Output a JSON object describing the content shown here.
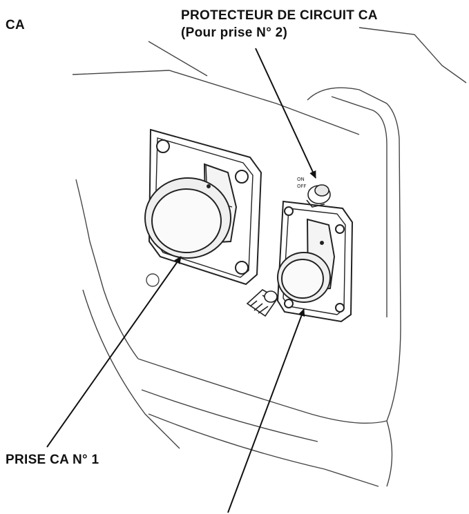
{
  "labels": {
    "ca": "CA",
    "protector_line1": "PROTECTEUR DE CIRCUIT CA",
    "protector_line2": "(Pour prise N° 2)",
    "outlet1": "PRISE CA N° 1"
  },
  "colors": {
    "ink": "#1a1a1a",
    "line": "#333333",
    "background": "#ffffff"
  }
}
